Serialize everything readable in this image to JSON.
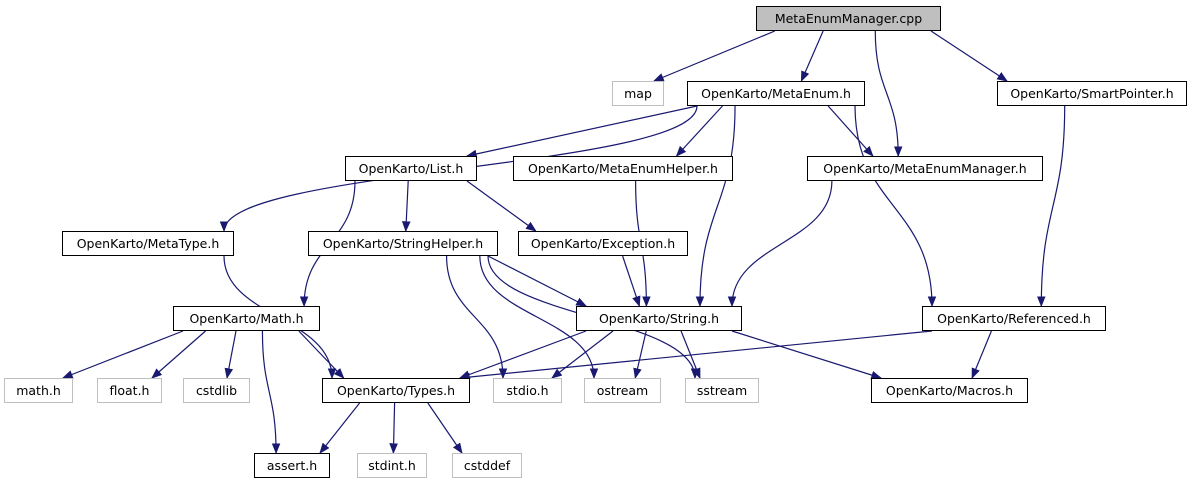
{
  "diagram": {
    "title": "Include dependency graph for MetaEnumManager.cpp",
    "edge_color": "#191970",
    "root_fill": "#bfbfbf",
    "external_border": "#bfbfbf",
    "nodes": [
      {
        "id": "root",
        "label": "MetaEnumManager.cpp",
        "kind": "root"
      },
      {
        "id": "map",
        "label": "map",
        "kind": "external"
      },
      {
        "id": "metaenum",
        "label": "OpenKarto/MetaEnum.h",
        "kind": "internal"
      },
      {
        "id": "smartpointer",
        "label": "OpenKarto/SmartPointer.h",
        "kind": "internal"
      },
      {
        "id": "list",
        "label": "OpenKarto/List.h",
        "kind": "internal"
      },
      {
        "id": "metaenumhelper",
        "label": "OpenKarto/MetaEnumHelper.h",
        "kind": "internal"
      },
      {
        "id": "metaenummanager",
        "label": "OpenKarto/MetaEnumManager.h",
        "kind": "internal"
      },
      {
        "id": "metatype",
        "label": "OpenKarto/MetaType.h",
        "kind": "internal"
      },
      {
        "id": "stringhelper",
        "label": "OpenKarto/StringHelper.h",
        "kind": "internal"
      },
      {
        "id": "exception",
        "label": "OpenKarto/Exception.h",
        "kind": "internal"
      },
      {
        "id": "math",
        "label": "OpenKarto/Math.h",
        "kind": "internal"
      },
      {
        "id": "string",
        "label": "OpenKarto/String.h",
        "kind": "internal"
      },
      {
        "id": "referenced",
        "label": "OpenKarto/Referenced.h",
        "kind": "internal"
      },
      {
        "id": "mathh",
        "label": "math.h",
        "kind": "external"
      },
      {
        "id": "floath",
        "label": "float.h",
        "kind": "external"
      },
      {
        "id": "cstdlib",
        "label": "cstdlib",
        "kind": "external"
      },
      {
        "id": "types",
        "label": "OpenKarto/Types.h",
        "kind": "internal"
      },
      {
        "id": "stdioh",
        "label": "stdio.h",
        "kind": "external"
      },
      {
        "id": "ostream",
        "label": "ostream",
        "kind": "external"
      },
      {
        "id": "sstream",
        "label": "sstream",
        "kind": "external"
      },
      {
        "id": "macros",
        "label": "OpenKarto/Macros.h",
        "kind": "internal"
      },
      {
        "id": "asserth",
        "label": "assert.h",
        "kind": "internal"
      },
      {
        "id": "stdinth",
        "label": "stdint.h",
        "kind": "external"
      },
      {
        "id": "cstddef",
        "label": "cstddef",
        "kind": "external"
      }
    ],
    "edges": [
      [
        "root",
        "map"
      ],
      [
        "root",
        "metaenum"
      ],
      [
        "root",
        "metaenummanager"
      ],
      [
        "root",
        "smartpointer"
      ],
      [
        "metaenum",
        "metatype"
      ],
      [
        "metaenum",
        "list"
      ],
      [
        "metaenum",
        "metaenumhelper"
      ],
      [
        "metaenum",
        "metaenummanager"
      ],
      [
        "metaenum",
        "string"
      ],
      [
        "metaenum",
        "referenced"
      ],
      [
        "smartpointer",
        "referenced"
      ],
      [
        "list",
        "math"
      ],
      [
        "list",
        "stringhelper"
      ],
      [
        "list",
        "exception"
      ],
      [
        "metaenumhelper",
        "string"
      ],
      [
        "metaenummanager",
        "string"
      ],
      [
        "metatype",
        "types"
      ],
      [
        "stringhelper",
        "string"
      ],
      [
        "stringhelper",
        "stdioh"
      ],
      [
        "stringhelper",
        "ostream"
      ],
      [
        "stringhelper",
        "sstream"
      ],
      [
        "exception",
        "string"
      ],
      [
        "math",
        "mathh"
      ],
      [
        "math",
        "floath"
      ],
      [
        "math",
        "cstdlib"
      ],
      [
        "math",
        "types"
      ],
      [
        "math",
        "asserth"
      ],
      [
        "string",
        "types"
      ],
      [
        "string",
        "stdioh"
      ],
      [
        "string",
        "ostream"
      ],
      [
        "string",
        "sstream"
      ],
      [
        "string",
        "macros"
      ],
      [
        "referenced",
        "types"
      ],
      [
        "referenced",
        "macros"
      ],
      [
        "types",
        "asserth"
      ],
      [
        "types",
        "stdinth"
      ],
      [
        "types",
        "cstddef"
      ]
    ]
  }
}
